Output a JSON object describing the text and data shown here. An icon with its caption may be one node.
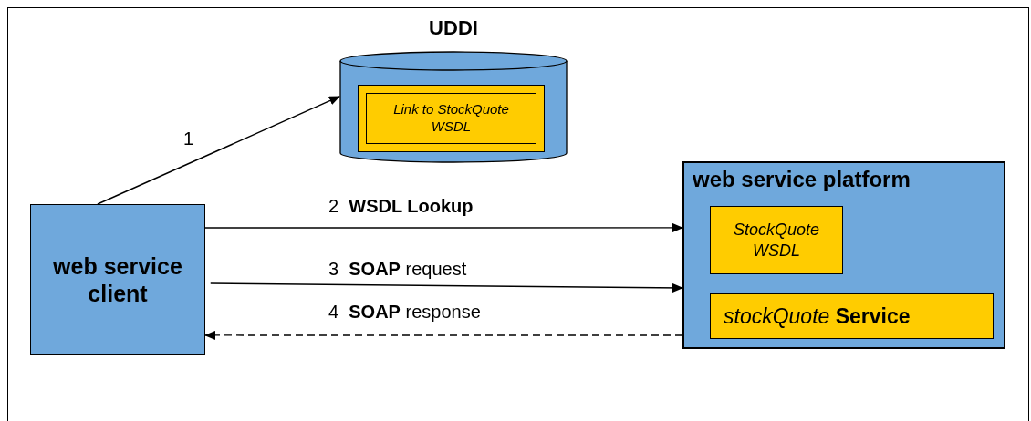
{
  "diagram": {
    "nodes": [
      {
        "text": [
          "UDDI"
        ]
      },
      {
        "text": [
          "Link to StockQuote WSDL"
        ],
        "in": 0
      },
      {
        "text": [
          "web service client"
        ]
      },
      {
        "text": [
          "web service platform"
        ]
      },
      {
        "text": [
          "StockQuote WSDL"
        ],
        "in": 3
      },
      {
        "text": [
          "*stockQuote* **Service**"
        ],
        "in": 3
      }
    ],
    "edges": [
      {
        "from": 2,
        "to": 0,
        "arrow": "to",
        "label": "1"
      },
      {
        "from": 2,
        "to": 3,
        "arrow": "to",
        "label": "2  **WSDL Lookup**"
      },
      {
        "from": 2,
        "to": 3,
        "arrow": "to",
        "label": "3  **SOAP** request"
      },
      {
        "from": 3,
        "to": 2,
        "arrow": "to",
        "label": "4  **SOAP** response",
        "style": "dashed"
      }
    ]
  }
}
